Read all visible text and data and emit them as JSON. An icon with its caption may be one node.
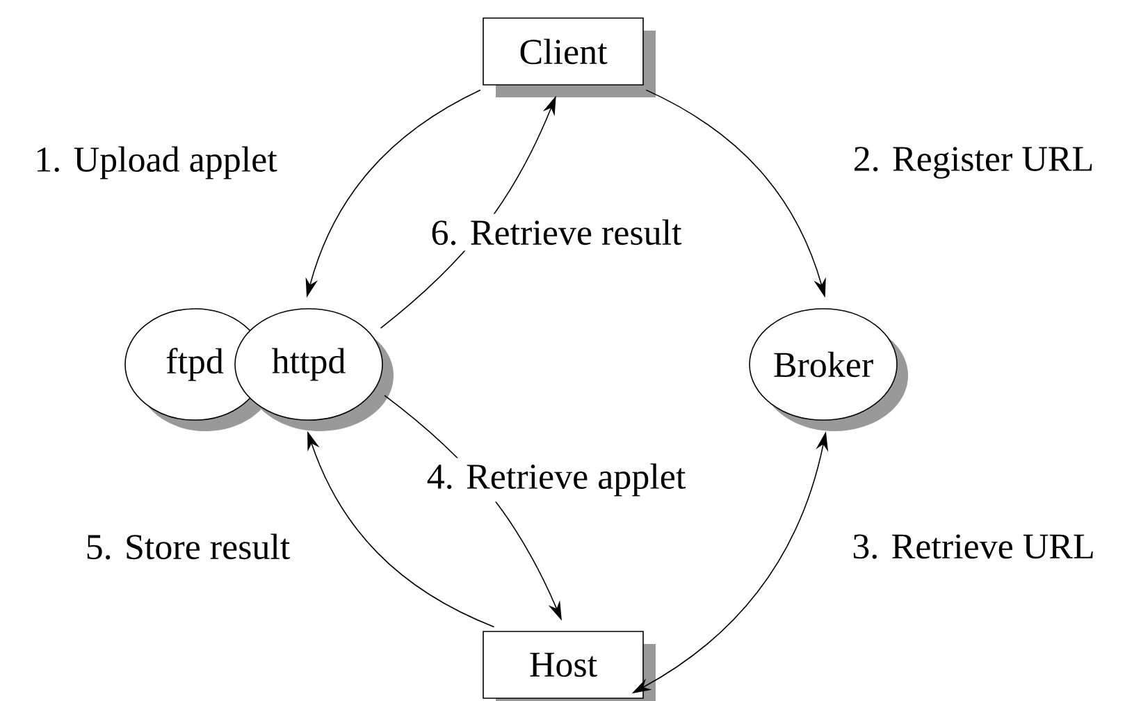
{
  "diagram": {
    "nodes": [
      {
        "text": [
          "Client"
        ]
      },
      {
        "text": [
          "ftpd"
        ]
      },
      {
        "text": [
          "httpd"
        ]
      },
      {
        "text": [
          "Broker"
        ]
      },
      {
        "text": [
          "Host"
        ]
      }
    ],
    "edges": [
      {
        "from": 0,
        "to": 2,
        "arrow": "to",
        "label": "1. Upload applet"
      },
      {
        "from": 0,
        "to": 3,
        "arrow": "to",
        "label": "2. Register URL"
      },
      {
        "from": 4,
        "to": 3,
        "arrow": "both",
        "label": "3. Retrieve URL"
      },
      {
        "from": 2,
        "to": 4,
        "arrow": "to",
        "label": "4. Retrieve applet"
      },
      {
        "from": 4,
        "to": 2,
        "arrow": "to",
        "label": "5. Store result"
      },
      {
        "from": 2,
        "to": 0,
        "arrow": "to",
        "label": "6. Retrieve result"
      }
    ]
  }
}
